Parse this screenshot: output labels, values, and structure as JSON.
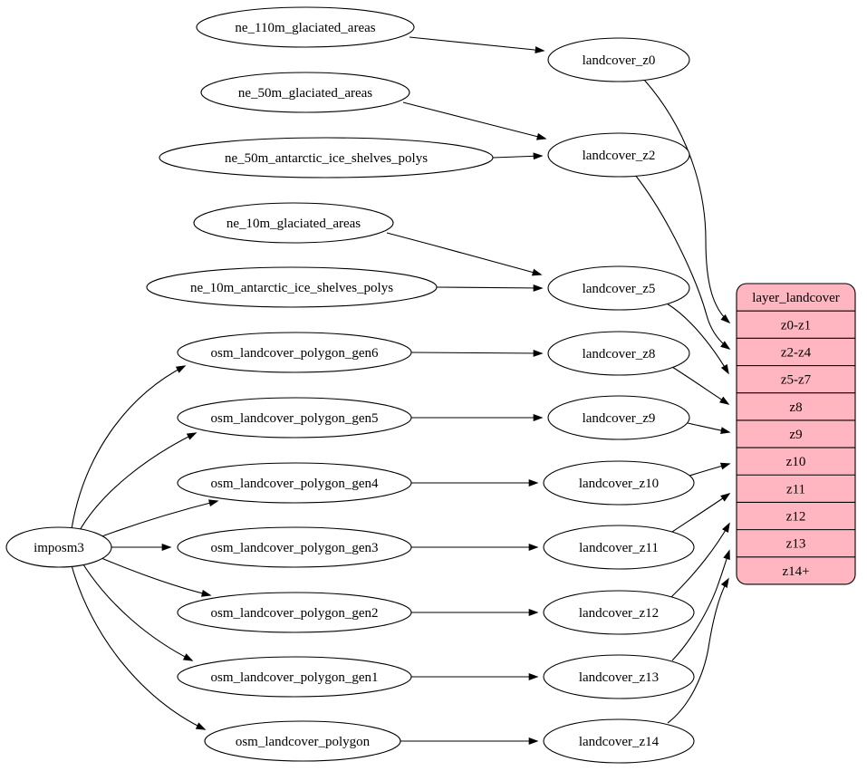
{
  "diagram": {
    "type": "dependency-graph",
    "background": "#ffffff",
    "node_fill": "#ffffff",
    "node_stroke": "#000000",
    "edge_color": "#000000",
    "text_color": "#000000",
    "nodes": [
      {
        "id": "imposm3",
        "label": "imposm3"
      },
      {
        "id": "ne_110m_glaciated_areas",
        "label": "ne_110m_glaciated_areas"
      },
      {
        "id": "ne_50m_glaciated_areas",
        "label": "ne_50m_glaciated_areas"
      },
      {
        "id": "ne_50m_antarctic_ice_shelves_polys",
        "label": "ne_50m_antarctic_ice_shelves_polys"
      },
      {
        "id": "ne_10m_glaciated_areas",
        "label": "ne_10m_glaciated_areas"
      },
      {
        "id": "ne_10m_antarctic_ice_shelves_polys",
        "label": "ne_10m_antarctic_ice_shelves_polys"
      },
      {
        "id": "osm_landcover_polygon_gen6",
        "label": "osm_landcover_polygon_gen6"
      },
      {
        "id": "osm_landcover_polygon_gen5",
        "label": "osm_landcover_polygon_gen5"
      },
      {
        "id": "osm_landcover_polygon_gen4",
        "label": "osm_landcover_polygon_gen4"
      },
      {
        "id": "osm_landcover_polygon_gen3",
        "label": "osm_landcover_polygon_gen3"
      },
      {
        "id": "osm_landcover_polygon_gen2",
        "label": "osm_landcover_polygon_gen2"
      },
      {
        "id": "osm_landcover_polygon_gen1",
        "label": "osm_landcover_polygon_gen1"
      },
      {
        "id": "osm_landcover_polygon",
        "label": "osm_landcover_polygon"
      },
      {
        "id": "landcover_z0",
        "label": "landcover_z0"
      },
      {
        "id": "landcover_z2",
        "label": "landcover_z2"
      },
      {
        "id": "landcover_z5",
        "label": "landcover_z5"
      },
      {
        "id": "landcover_z8",
        "label": "landcover_z8"
      },
      {
        "id": "landcover_z9",
        "label": "landcover_z9"
      },
      {
        "id": "landcover_z10",
        "label": "landcover_z10"
      },
      {
        "id": "landcover_z11",
        "label": "landcover_z11"
      },
      {
        "id": "landcover_z12",
        "label": "landcover_z12"
      },
      {
        "id": "landcover_z13",
        "label": "landcover_z13"
      },
      {
        "id": "landcover_z14",
        "label": "landcover_z14"
      }
    ],
    "table": {
      "id": "layer_landcover",
      "title": "layer_landcover",
      "fill": "#ffb6c1",
      "stroke": "#000000",
      "rows": [
        "z0-z1",
        "z2-z4",
        "z5-z7",
        "z8",
        "z9",
        "z10",
        "z11",
        "z12",
        "z13",
        "z14+"
      ]
    },
    "edges": [
      {
        "from": "imposm3",
        "to": "osm_landcover_polygon_gen6"
      },
      {
        "from": "imposm3",
        "to": "osm_landcover_polygon_gen5"
      },
      {
        "from": "imposm3",
        "to": "osm_landcover_polygon_gen4"
      },
      {
        "from": "imposm3",
        "to": "osm_landcover_polygon_gen3"
      },
      {
        "from": "imposm3",
        "to": "osm_landcover_polygon_gen2"
      },
      {
        "from": "imposm3",
        "to": "osm_landcover_polygon_gen1"
      },
      {
        "from": "imposm3",
        "to": "osm_landcover_polygon"
      },
      {
        "from": "ne_110m_glaciated_areas",
        "to": "landcover_z0"
      },
      {
        "from": "ne_50m_glaciated_areas",
        "to": "landcover_z2"
      },
      {
        "from": "ne_50m_antarctic_ice_shelves_polys",
        "to": "landcover_z2"
      },
      {
        "from": "ne_10m_glaciated_areas",
        "to": "landcover_z5"
      },
      {
        "from": "ne_10m_antarctic_ice_shelves_polys",
        "to": "landcover_z5"
      },
      {
        "from": "osm_landcover_polygon_gen6",
        "to": "landcover_z8"
      },
      {
        "from": "osm_landcover_polygon_gen5",
        "to": "landcover_z9"
      },
      {
        "from": "osm_landcover_polygon_gen4",
        "to": "landcover_z10"
      },
      {
        "from": "osm_landcover_polygon_gen3",
        "to": "landcover_z11"
      },
      {
        "from": "osm_landcover_polygon_gen2",
        "to": "landcover_z12"
      },
      {
        "from": "osm_landcover_polygon_gen1",
        "to": "landcover_z13"
      },
      {
        "from": "osm_landcover_polygon",
        "to": "landcover_z14"
      },
      {
        "from": "landcover_z0",
        "to": "layer_landcover",
        "row": "z0-z1"
      },
      {
        "from": "landcover_z2",
        "to": "layer_landcover",
        "row": "z2-z4"
      },
      {
        "from": "landcover_z5",
        "to": "layer_landcover",
        "row": "z5-z7"
      },
      {
        "from": "landcover_z8",
        "to": "layer_landcover",
        "row": "z8"
      },
      {
        "from": "landcover_z9",
        "to": "layer_landcover",
        "row": "z9"
      },
      {
        "from": "landcover_z10",
        "to": "layer_landcover",
        "row": "z10"
      },
      {
        "from": "landcover_z11",
        "to": "layer_landcover",
        "row": "z11"
      },
      {
        "from": "landcover_z12",
        "to": "layer_landcover",
        "row": "z12"
      },
      {
        "from": "landcover_z13",
        "to": "layer_landcover",
        "row": "z13"
      },
      {
        "from": "landcover_z14",
        "to": "layer_landcover",
        "row": "z14+"
      }
    ]
  }
}
